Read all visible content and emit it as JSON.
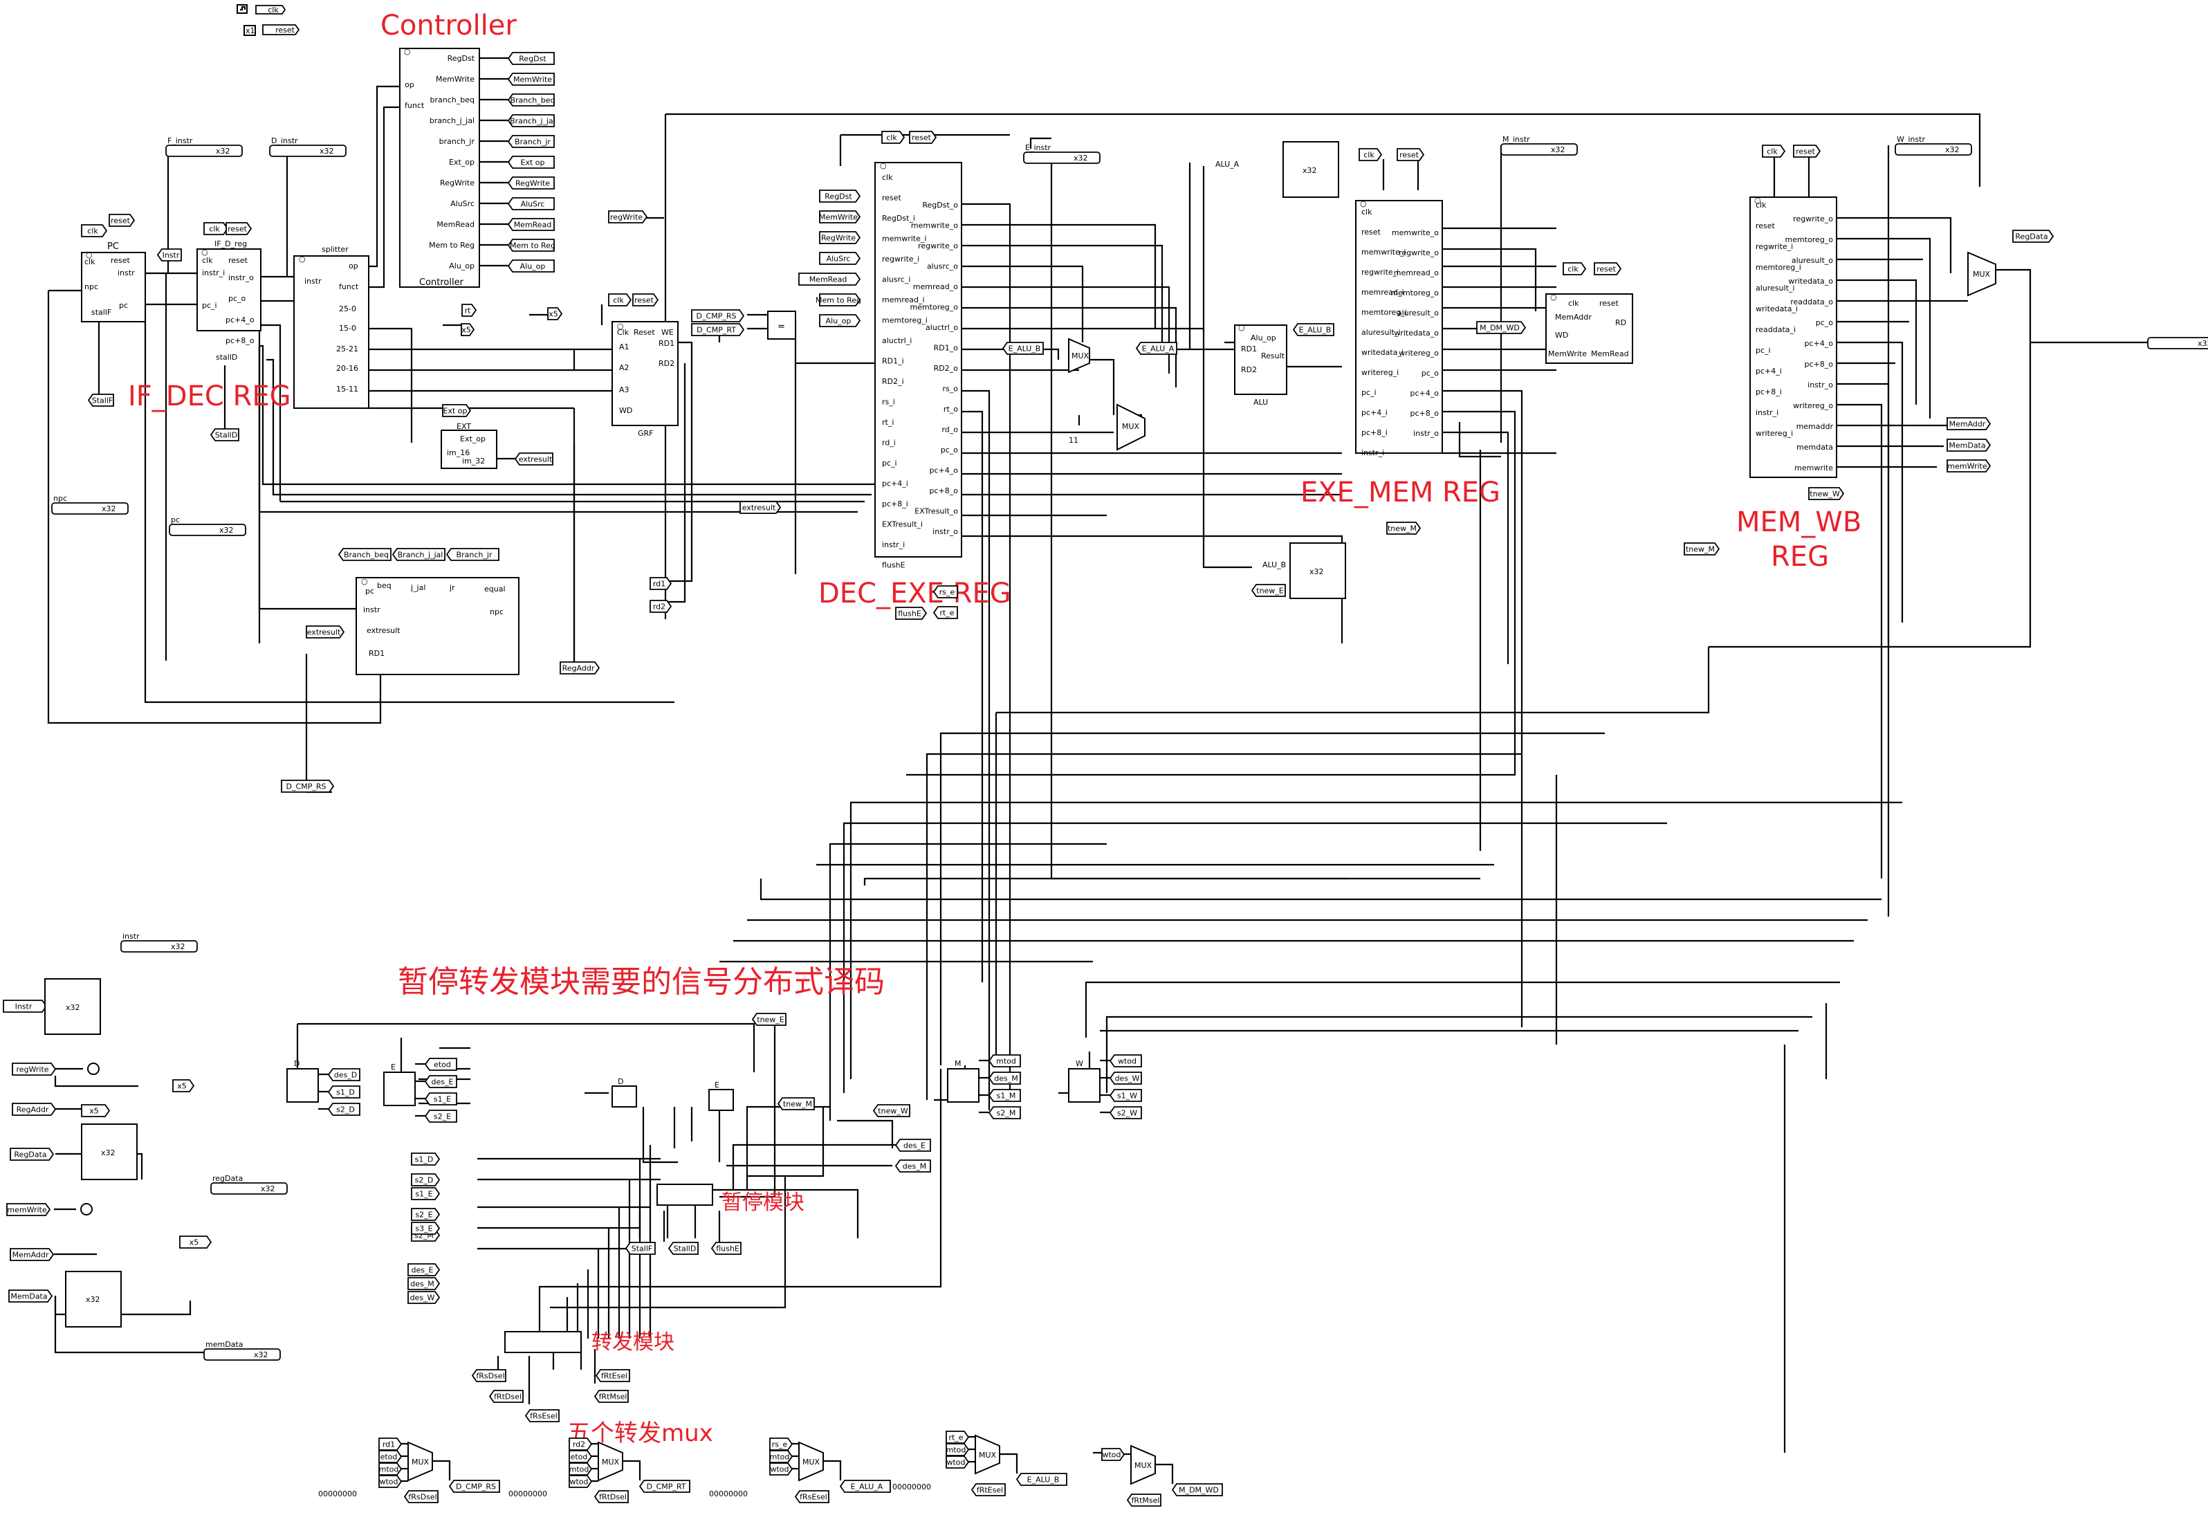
{
  "title_labels": {
    "controller": "Controller",
    "if_dec_reg": "IF_DEC REG",
    "dec_exe_reg": "DEC_EXE REG",
    "exe_mem_reg": "EXE_MEM REG",
    "mem_wb_reg": "MEM_WB\nREG",
    "decode_note": "暂停转发模块需要的信号分布式译码",
    "stall_module": "暂停模块",
    "forward_module": "转发模块",
    "five_mux": "五个转发mux"
  },
  "top_pins": [
    "clk",
    "reset"
  ],
  "controller": {
    "inputs": [
      "op",
      "funct"
    ],
    "outputs": [
      "RegDst",
      "MemWrite",
      "branch_beq",
      "branch_j_jal",
      "branch_jr",
      "Ext_op",
      "RegWrite",
      "AluSrc",
      "MemRead",
      "Mem to Reg",
      "Alu_op"
    ],
    "tunnels": [
      "RegDst",
      "MemWrite",
      "Branch_beq",
      "Branch_j_jal",
      "Branch_jr",
      "Ext op",
      "RegWrite",
      "AluSrc",
      "MemRead",
      "Mem to Reg",
      "Alu_op"
    ],
    "name": "Controller"
  },
  "probes": {
    "f_instr": "F_instr",
    "d_instr": "D_instr",
    "e_instr": "E_instr",
    "m_instr": "M_instr",
    "w_instr": "W_instr",
    "npc": "npc",
    "pc": "pc",
    "alu_a": "ALU_A",
    "alu_b": "ALU_B",
    "instr": "instr",
    "regdata": "regData",
    "memdata": "memData",
    "x32": "x32",
    "x5": "x5"
  },
  "pc_block": {
    "label": "PC",
    "ports": [
      "clk",
      "reset",
      "npc",
      "instr",
      "stallF",
      "pc"
    ],
    "tun_instr": "Instr",
    "tun_stallf": "StallF"
  },
  "if_dec": {
    "name": "IF_D_reg",
    "ports": [
      "clk",
      "reset",
      "instr_i",
      "instr_o",
      "pc_i",
      "pc_o",
      "pc+4_o",
      "pc+8_o",
      "stallD"
    ],
    "tun_stalld": "StallD"
  },
  "splitter": {
    "name": "splitter",
    "ports": [
      "instr",
      "op",
      "funct",
      "25-0",
      "15-0",
      "25-21",
      "20-16",
      "15-11"
    ]
  },
  "grf": {
    "name": "GRF",
    "ports": [
      "Clk",
      "Reset",
      "WE",
      "A1",
      "A2",
      "A3",
      "WD",
      "RD1",
      "RD2"
    ],
    "tun_regwrite": "regWrite",
    "tun_regaddr": "RegAddr",
    "tun_rd1": "rd1",
    "tun_rd2": "rd2"
  },
  "ext": {
    "name": "EXT",
    "ports": [
      "Ext_op",
      "im_16",
      "im_32"
    ],
    "tun_extop": "Ext op",
    "tun_out": "extresult"
  },
  "npc_block": {
    "ports": [
      "pc",
      "beq",
      "j_jal",
      "jr",
      "equal",
      "npc",
      "instr",
      "extresult",
      "RD1"
    ],
    "tunnels": [
      "Branch_beq",
      "Branch_j_jal",
      "Branch_jr",
      "extresult",
      "D_CMP_RS"
    ]
  },
  "cmp": {
    "label": "=",
    "tunnels": [
      "D_CMP_RS",
      "D_CMP_RT"
    ]
  },
  "dec_exe": {
    "ports_in": [
      "clk",
      "reset",
      "RegDst_i",
      "memwrite_i",
      "regwrite_i",
      "alusrc_i",
      "memread_i",
      "memtoreg_i",
      "aluctrl_i",
      "RD1_i",
      "RD2_i",
      "rs_i",
      "rt_i",
      "rd_i",
      "pc_i",
      "pc+4_i",
      "pc+8_i",
      "EXTresult_i",
      "instr_i",
      "flushE"
    ],
    "ports_out": [
      "RegDst_o",
      "memwrite_o",
      "regwrite_o",
      "alusrc_o",
      "memread_o",
      "memtoreg_o",
      "aluctrl_o",
      "RD1_o",
      "RD2_o",
      "rs_o",
      "rt_o",
      "rd_o",
      "pc_o",
      "pc+4_o",
      "pc+8_o",
      "EXTresult_o",
      "instr_o"
    ],
    "tunnels": [
      "RegDst",
      "MemWrite",
      "RegWrite",
      "AluSrc",
      "MemRead",
      "Mem to Reg",
      "Alu_op",
      "extresult",
      "flushE",
      "rs_e",
      "rt_e"
    ]
  },
  "alu": {
    "name": "ALU",
    "ports": [
      "Alu_op",
      "RD1",
      "RD2",
      "Result"
    ],
    "tun_a": "E_ALU_A",
    "tun_b": "E_ALU_B",
    "tun_tnew_e": "tnew_E",
    "tun_tnew_m": "tnew_M"
  },
  "exe_mem": {
    "ports_in": [
      "clk",
      "reset",
      "memwrite_i",
      "regwrite_i",
      "memread_i",
      "memtoreg_i",
      "aluresult_i",
      "writedata_i",
      "writereg_i",
      "pc_i",
      "pc+4_i",
      "pc+8_i",
      "instr_i"
    ],
    "ports_out": [
      "memwrite_o",
      "regwrite_o",
      "memread_o",
      "memtoreg_o",
      "aluresult_o",
      "writedata_o",
      "writereg_o",
      "pc_o",
      "pc+4_o",
      "pc+8_o",
      "instr_o"
    ]
  },
  "dm": {
    "ports": [
      "clk",
      "reset",
      "MemAddr",
      "WD",
      "RD",
      "MemWrite",
      "MemRead"
    ],
    "tun_wd": "M_DM_WD"
  },
  "mem_wb": {
    "ports_in": [
      "clk",
      "reset",
      "regwrite_i",
      "memtoreg_i",
      "aluresult_i",
      "writedata_i",
      "readdata_i",
      "pc_i",
      "pc+4_i",
      "pc+8_i",
      "instr_i",
      "writereg_i"
    ],
    "ports_out": [
      "regwrite_o",
      "memtoreg_o",
      "aluresult_o",
      "writedata_o",
      "readdata_o",
      "pc_o",
      "pc+4_o",
      "pc+8_o",
      "instr_o",
      "writereg_o",
      "memaddr",
      "memdata",
      "memwrite"
    ],
    "tunnels": [
      "RegData",
      "MemAddr",
      "MemData",
      "memWrite",
      "tnew_W",
      "tnew_M"
    ]
  },
  "left_tunnels": [
    "Instr",
    "regWrite",
    "RegAddr",
    "RegData",
    "memWrite",
    "MemAddr",
    "MemData"
  ],
  "decoders": [
    {
      "label": "D",
      "outs": [
        "des_D",
        "s1_D",
        "s2_D"
      ]
    },
    {
      "label": "E",
      "outs": [
        "etod",
        "des_E",
        "s1_E",
        "s2_E"
      ]
    },
    {
      "label": "M",
      "outs": [
        "mtod",
        "des_M",
        "s1_M",
        "s2_M"
      ]
    },
    {
      "label": "W",
      "outs": [
        "wtod",
        "des_W",
        "s1_W",
        "s2_W"
      ]
    }
  ],
  "stall_in": [
    "s1_D",
    "s2_D",
    "s1_E",
    "s2_E",
    "s2_M",
    "tnew_E",
    "tnew_M",
    "tnew_W",
    "des_E",
    "des_M"
  ],
  "stall_out": [
    "StallF",
    "StallD",
    "flushE"
  ],
  "fwd_in": [
    "s1_D",
    "s2_D",
    "s1_E",
    "s2_E",
    "s2_M",
    "s3_E",
    "des_E",
    "des_M",
    "des_W"
  ],
  "fwd_out": [
    "fRsDsel",
    "fRtDsel",
    "fRsEsel",
    "fRtEsel",
    "fRtMsel"
  ],
  "muxes": [
    {
      "ins": [
        "rd1",
        "etod",
        "mtod",
        "wtod"
      ],
      "sel": "fRsDsel",
      "out": "D_CMP_RS"
    },
    {
      "ins": [
        "rd2",
        "etod",
        "mtod",
        "wtod"
      ],
      "sel": "fRtDsel",
      "out": "D_CMP_RT"
    },
    {
      "ins": [
        "rs_e",
        "mtod",
        "wtod"
      ],
      "sel": "fRsEsel",
      "out": "E_ALU_A"
    },
    {
      "ins": [
        "rt_e",
        "mtod",
        "wtod"
      ],
      "sel": "fRtEsel",
      "out": "E_ALU_B"
    },
    {
      "ins": [
        "wtod"
      ],
      "sel": "fRtMsel",
      "out": "M_DM_WD"
    }
  ],
  "zero_const": "00000000",
  "const_11": "11",
  "mux_label": "MUX"
}
